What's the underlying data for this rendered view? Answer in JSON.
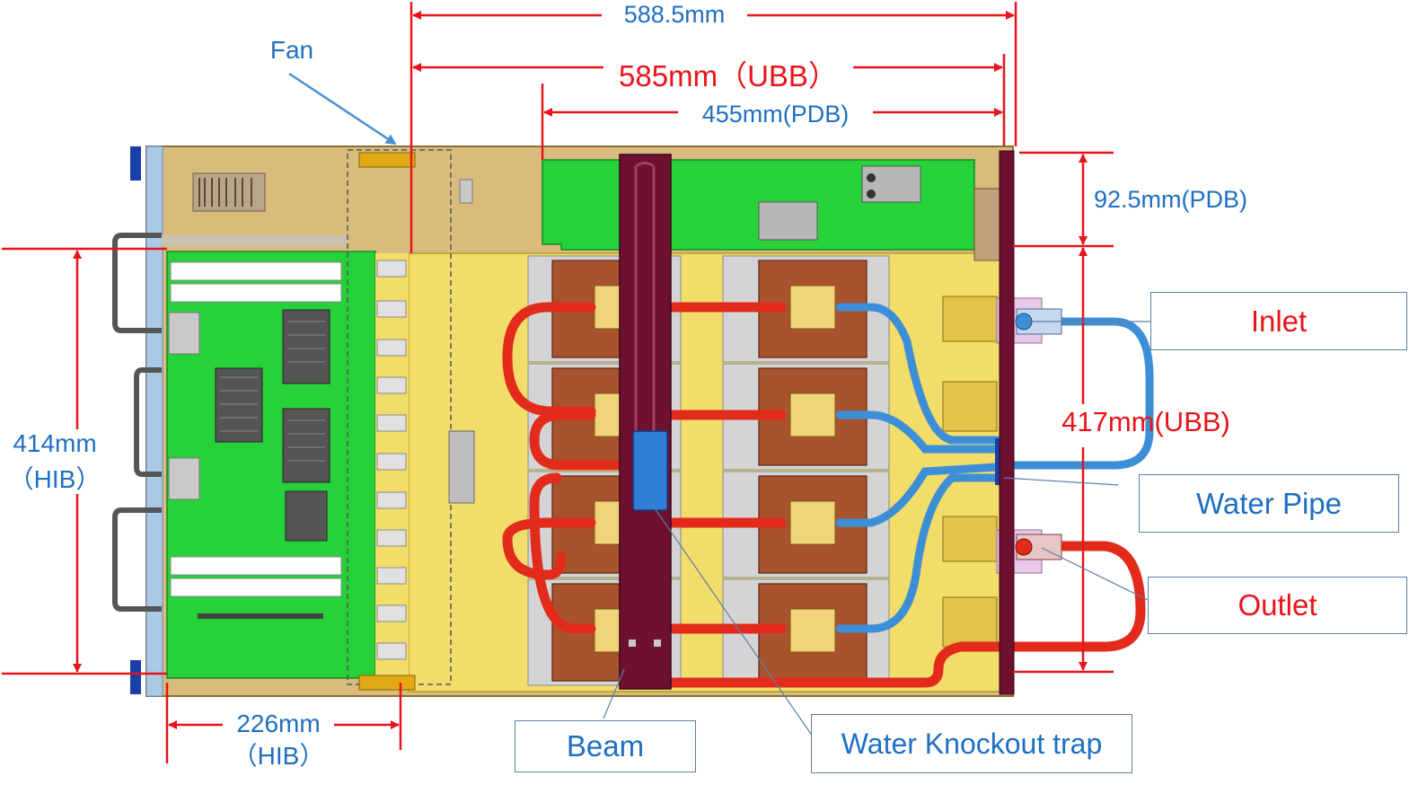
{
  "dimensions": {
    "overall": "588.5mm",
    "ubb_length": "585mm（UBB）",
    "pdb_length": "455mm(PDB)",
    "pdb_height": "92.5mm(PDB)",
    "ubb_height": "417mm(UBB)",
    "hib_height_value": "414mm",
    "hib_height_note": "（HIB）",
    "hib_width_value": "226mm",
    "hib_width_note": "（HIB）"
  },
  "labels": {
    "fan": "Fan",
    "inlet": "Inlet",
    "water_pipe": "Water Pipe",
    "outlet": "Outlet",
    "beam": "Beam",
    "water_knockout_trap": "Water Knockout trap"
  },
  "colors": {
    "dimension_red": "#e8141b",
    "dimension_blue": "#1f6fc2",
    "chassis_tan": "#d9bc7c",
    "ubb_yellow": "#f2dd6a",
    "pcb_green": "#27d13a",
    "beam_maroon": "#6e1030",
    "hot_pipe_red": "#e32b1c",
    "cold_pipe_blue": "#3c8fd6",
    "callout_border": "#5b7fa6"
  }
}
